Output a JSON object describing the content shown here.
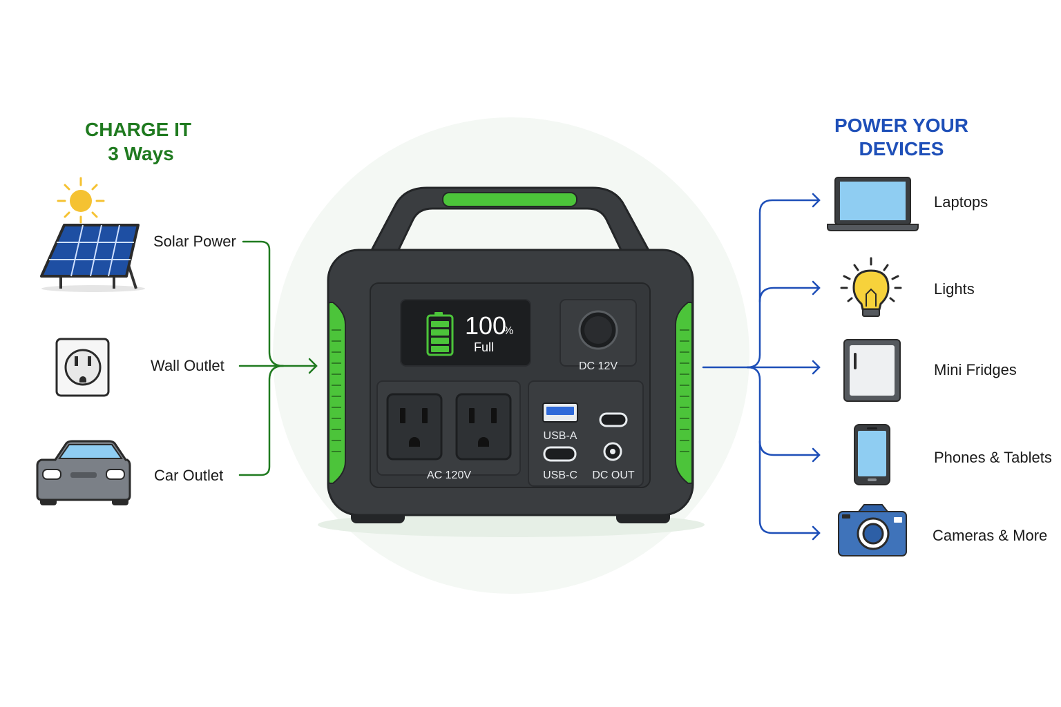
{
  "charge": {
    "heading_line1": "CHARGE IT",
    "heading_line2": "3 Ways",
    "sources": [
      {
        "label": "Solar Power",
        "icon": "solar-panel-icon"
      },
      {
        "label": "Wall Outlet",
        "icon": "wall-outlet-icon"
      },
      {
        "label": "Car Outlet",
        "icon": "car-icon"
      }
    ]
  },
  "power": {
    "heading_line1": "POWER YOUR",
    "heading_line2": "DEVICES",
    "devices": [
      {
        "label": "Laptops",
        "icon": "laptop-icon"
      },
      {
        "label": "Lights",
        "icon": "light-bulb-icon"
      },
      {
        "label": "Mini Fridges",
        "icon": "mini-fridge-icon"
      },
      {
        "label": "Phones & Tablets",
        "icon": "phone-icon"
      },
      {
        "label": "Cameras & More",
        "icon": "camera-icon"
      }
    ]
  },
  "station": {
    "battery_value": "100",
    "battery_unit": "%",
    "battery_status": "Full",
    "battery_level": 1.0,
    "dc_port_label": "DC 12V",
    "ac_label": "AC 120V",
    "usb_a_label": "USB-A",
    "usb_c_label": "USB-C",
    "dc_out_label": "DC OUT"
  },
  "colors": {
    "green_accent": "#4cc43a",
    "charge_green": "#1f7a1f",
    "power_blue": "#1e4fb8",
    "body_dark": "#3a3d40"
  }
}
